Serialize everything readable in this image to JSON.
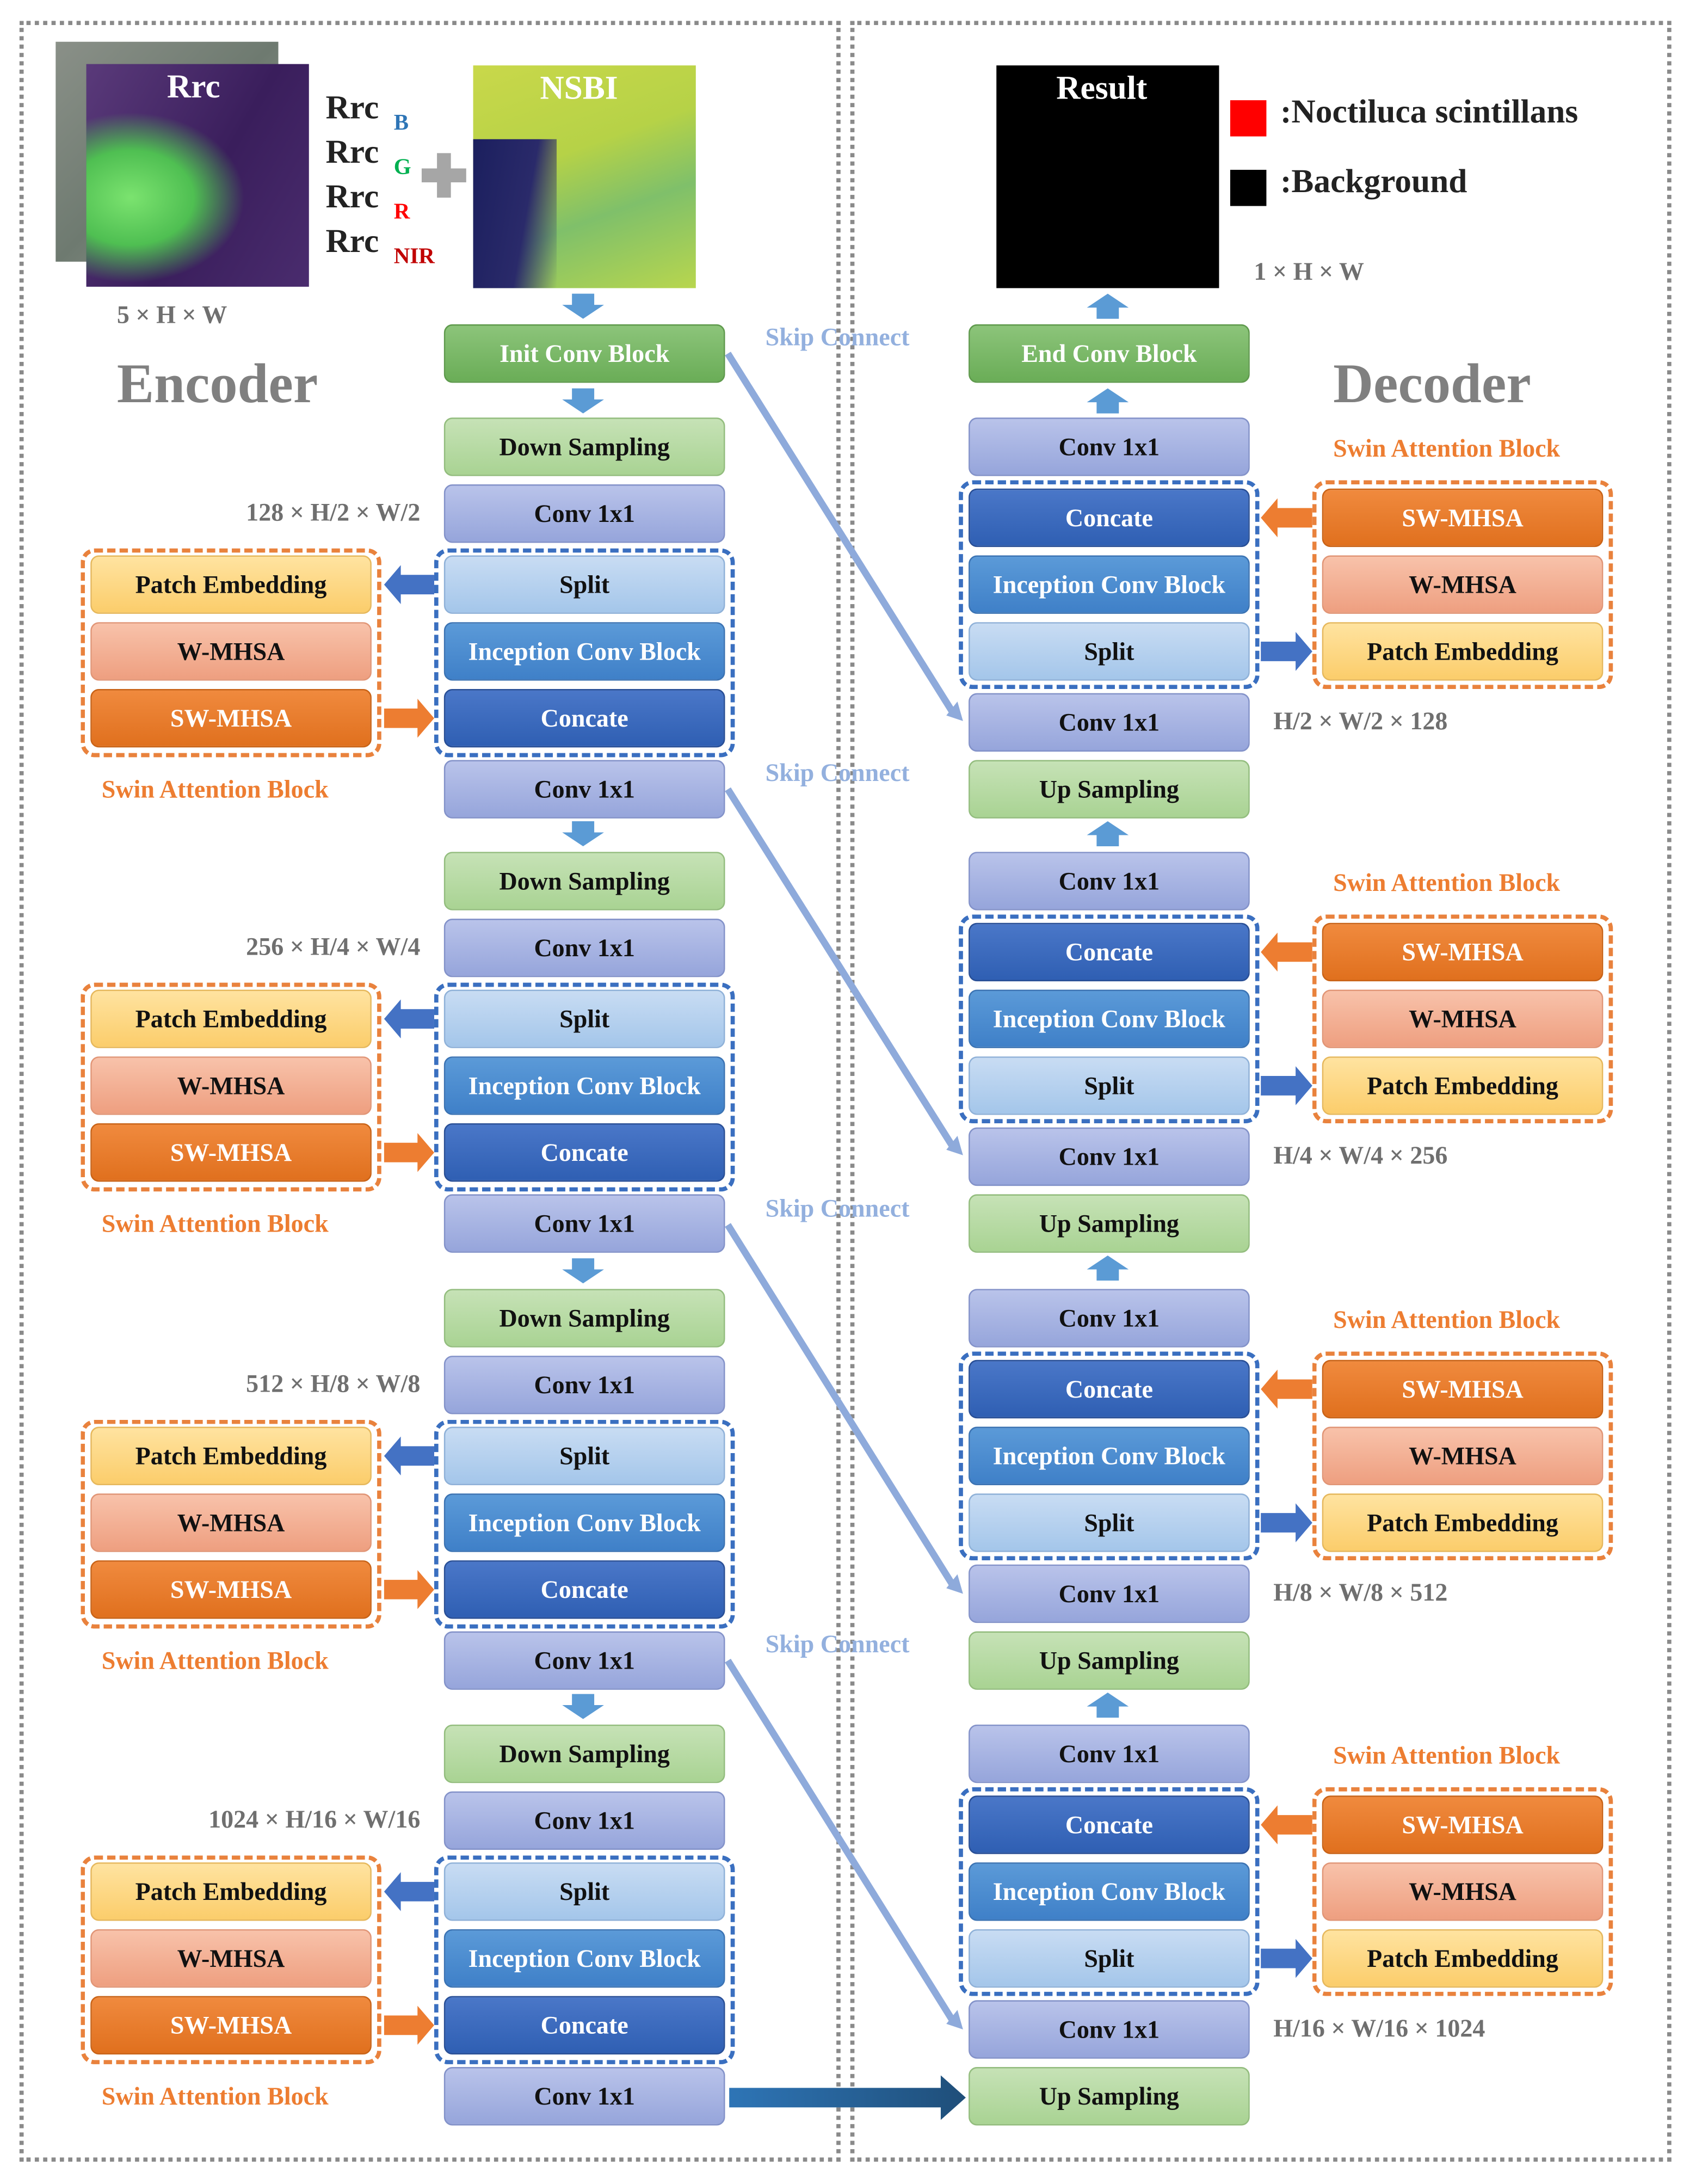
{
  "encoder": {
    "title": "Encoder",
    "input_image_label": "Rrc",
    "ndi_image_label": "NSBI",
    "bands": [
      "Rrc",
      "Rrc",
      "Rrc",
      "Rrc"
    ],
    "band_subs": [
      "B",
      "G",
      "R",
      "NIR"
    ],
    "band_colors": [
      "#2e75b6",
      "#00b050",
      "#ff0000",
      "#c00000"
    ],
    "input_dim": "5 × H × W",
    "init_block": "Init Conv Block",
    "stages": [
      {
        "down": "Down Sampling",
        "conv_in": "Conv 1x1",
        "dim": "128 × H/2 × W/2",
        "split": "Split",
        "incep": "Inception Conv Block",
        "concat": "Concate",
        "conv_out": "Conv 1x1",
        "patch": "Patch Embedding",
        "wmhsa": "W-MHSA",
        "swmhsa": "SW-MHSA",
        "swin": "Swin Attention Block"
      },
      {
        "down": "Down Sampling",
        "conv_in": "Conv 1x1",
        "dim": "256 × H/4 × W/4",
        "split": "Split",
        "incep": "Inception Conv Block",
        "concat": "Concate",
        "conv_out": "Conv 1x1",
        "patch": "Patch Embedding",
        "wmhsa": "W-MHSA",
        "swmhsa": "SW-MHSA",
        "swin": "Swin Attention Block"
      },
      {
        "down": "Down Sampling",
        "conv_in": "Conv 1x1",
        "dim": "512 × H/8 × W/8",
        "split": "Split",
        "incep": "Inception Conv Block",
        "concat": "Concate",
        "conv_out": "Conv 1x1",
        "patch": "Patch Embedding",
        "wmhsa": "W-MHSA",
        "swmhsa": "SW-MHSA",
        "swin": "Swin Attention Block"
      },
      {
        "down": "Down Sampling",
        "conv_in": "Conv 1x1",
        "dim": "1024 × H/16 × W/16",
        "split": "Split",
        "incep": "Inception Conv Block",
        "concat": "Concate",
        "conv_out": "Conv 1x1",
        "patch": "Patch Embedding",
        "wmhsa": "W-MHSA",
        "swmhsa": "SW-MHSA",
        "swin": "Swin Attention Block"
      }
    ]
  },
  "decoder": {
    "title": "Decoder",
    "result_label": "Result",
    "output_dim": "1 × H × W",
    "end_block": "End Conv Block",
    "legend": [
      {
        "label": ":Noctiluca scintillans",
        "color": "#ff0000"
      },
      {
        "label": ":Background",
        "color": "#000000"
      }
    ],
    "stages": [
      {
        "conv_top": "Conv 1x1",
        "concat": "Concate",
        "incep": "Inception Conv Block",
        "split": "Split",
        "conv_bottom": "Conv 1x1",
        "dim": "H/2 × W/2 × 128",
        "up": "Up Sampling",
        "swin": "Swin Attention Block",
        "swmhsa": "SW-MHSA",
        "wmhsa": "W-MHSA",
        "patch": "Patch Embedding"
      },
      {
        "conv_top": "Conv 1x1",
        "concat": "Concate",
        "incep": "Inception Conv Block",
        "split": "Split",
        "conv_bottom": "Conv 1x1",
        "dim": "H/4 × W/4 × 256",
        "up": "Up Sampling",
        "swin": "Swin Attention Block",
        "swmhsa": "SW-MHSA",
        "wmhsa": "W-MHSA",
        "patch": "Patch Embedding"
      },
      {
        "conv_top": "Conv 1x1",
        "concat": "Concate",
        "incep": "Inception Conv Block",
        "split": "Split",
        "conv_bottom": "Conv 1x1",
        "dim": "H/8 × W/8 × 512",
        "up": "Up Sampling",
        "swin": "Swin Attention Block",
        "swmhsa": "SW-MHSA",
        "wmhsa": "W-MHSA",
        "patch": "Patch Embedding"
      },
      {
        "conv_top": "Conv 1x1",
        "concat": "Concate",
        "incep": "Inception Conv Block",
        "split": "Split",
        "conv_bottom": "Conv 1x1",
        "dim": "H/16 × W/16 × 1024",
        "up": "Up Sampling",
        "swin": "Swin Attention Block",
        "swmhsa": "SW-MHSA",
        "wmhsa": "W-MHSA",
        "patch": "Patch Embedding"
      }
    ]
  },
  "skip_labels": [
    "Skip Connect",
    "Skip Connect",
    "Skip Connect",
    "Skip Connect"
  ],
  "colors": {
    "arrow_blue": "#5b9bd5",
    "arrow_dark": "#4472c4",
    "arrow_orange": "#ed7d31",
    "skip_line": "#8eaadb"
  }
}
